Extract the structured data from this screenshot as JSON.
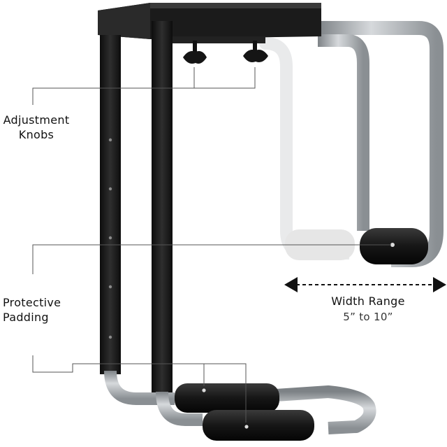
{
  "labels": {
    "adjustment_line1": "Adjustment",
    "adjustment_line2": "Knobs",
    "protective_line1": "Protective",
    "protective_line2": "Padding",
    "width_title": "Width Range",
    "width_range": "5” to 10”"
  },
  "colors": {
    "frame_black": "#1a1a1a",
    "steel": "#a9adb1",
    "steel_ghost": "#d9dadb",
    "padding_black": "#161616",
    "callout_line": "#555555"
  }
}
